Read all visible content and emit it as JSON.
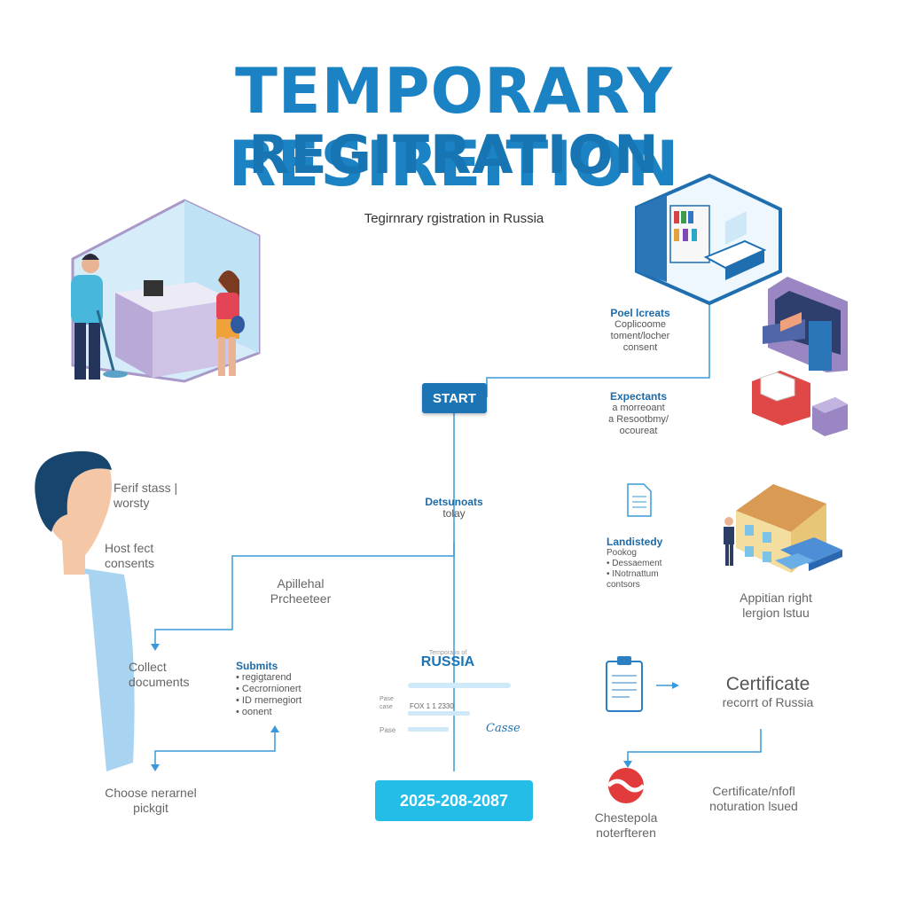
{
  "title": {
    "line1": "TEMPORARY RESIREITION",
    "line2": "REGITRATION"
  },
  "subtitle": "Tegirnrary rgistration in Russia",
  "start_label": "START",
  "right_top": {
    "block1": {
      "heading": "Poel lcreats",
      "lines": "Coplicoome\ntoment/locher\nconsent"
    },
    "block2": {
      "heading": "Expectants",
      "lines": "a morreoant\na Resootbmy/\nocoureat"
    }
  },
  "center_docs": {
    "heading": "Detsunoats",
    "sub": "tolay"
  },
  "left_labels": {
    "feri": "Ferif stass |\nworsty",
    "host": "Host fect\nconsents",
    "apil": "Apillehal\nPrcheeteer",
    "collect": "Collect\ndocuments",
    "choose": "Choose nerarnel\npickgit"
  },
  "submits": {
    "heading": "Submits",
    "lines": "• regigtarend\n• Cecrornionert\n• ID rnernegiort\n• oonent"
  },
  "russia_doc": {
    "small": "Temporatio of",
    "heading": "RUSSIA",
    "row1_label": "Pase\ncase",
    "row1_value": "FOX 1 1 2330",
    "row2_label": "Pase",
    "signature": "Casse"
  },
  "date": "2025-208-2087",
  "landisted": {
    "heading": "Landistedy",
    "lines": "Pookog\n• Dessaement\n• INotrnattum\ncontsors"
  },
  "applicant_right": "Appitian right\nlergion lstuu",
  "certificate": {
    "title": "Certificate",
    "sub": "recorrt of Russia"
  },
  "certificate_notif": "Certificate/nfofl\nnoturation lsued",
  "chestepola": "Chestepola\nnoterfteren",
  "colors": {
    "title": "#1b83c4",
    "accent": "#1d74b5",
    "line": "#3a9ad9",
    "date_box": "#23bde8"
  }
}
